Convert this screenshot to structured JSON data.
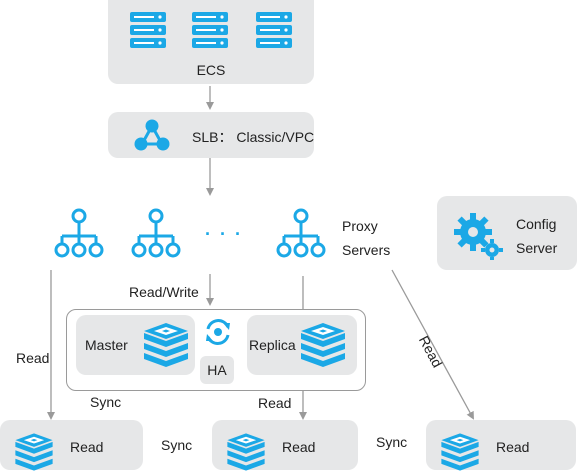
{
  "ecs": {
    "label": "ECS"
  },
  "slb": {
    "label": "SLB： Classic/VPC"
  },
  "proxy": {
    "line1": "Proxy",
    "line2": "Servers",
    "dots": "· · ·"
  },
  "config": {
    "line1": "Config",
    "line2": "Server"
  },
  "cluster": {
    "master": "Master",
    "replica": "Replica",
    "ha": "HA",
    "sync": "Sync"
  },
  "edges": {
    "read_write": "Read/Write",
    "read_left": "Read",
    "read_mid": "Read",
    "read_diag": "Read"
  },
  "read_nodes": [
    {
      "label": "Read"
    },
    {
      "label": "Read"
    },
    {
      "label": "Read"
    }
  ],
  "bottom_sync": [
    "Sync",
    "Sync"
  ],
  "colors": {
    "accent": "#1ba8e6",
    "box_fill": "#e6e7e8",
    "arrow": "#9a9a9a"
  },
  "icons": {
    "server": "server-rack-icon",
    "lb": "load-balancer-icon",
    "proxy": "proxy-tree-icon",
    "config": "gears-icon",
    "db": "stacked-database-icon",
    "ha": "sync-cycle-icon"
  }
}
